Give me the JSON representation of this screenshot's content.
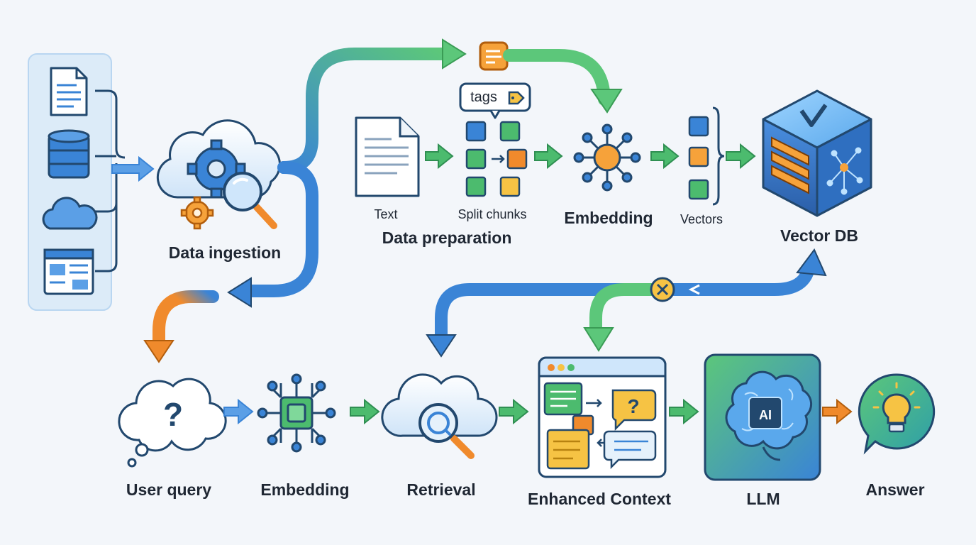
{
  "labels": {
    "data_ingestion": "Data ingestion",
    "text": "Text",
    "split_chunks": "Split chunks",
    "data_preparation": "Data preparation",
    "embedding_top": "Embedding",
    "vectors": "Vectors",
    "vector_db": "Vector DB",
    "user_query": "User query",
    "embedding_bottom": "Embedding",
    "retrieval": "Retrieval",
    "enhanced_context": "Enhanced Context",
    "llm": "LLM",
    "answer": "Answer"
  },
  "badges": {
    "tags": "tags",
    "ai_chip": "AI",
    "question_mark": "?"
  },
  "colors": {
    "blue": "#3a84d6",
    "green": "#4cbb6e",
    "orange": "#f08a2c",
    "yellow": "#f6c344",
    "navy": "#22486e",
    "light_blue": "#d6e9fa"
  }
}
